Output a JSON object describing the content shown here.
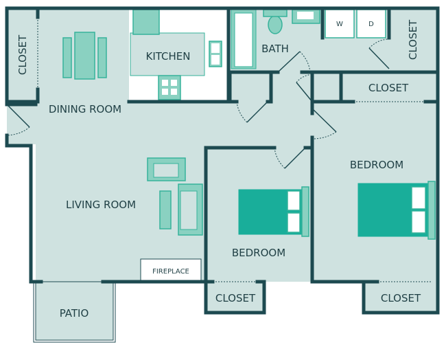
{
  "rooms": {
    "kitchen": "KITCHEN",
    "dining_room": "DINING ROOM",
    "living_room": "LIVING ROOM",
    "bath": "BATH",
    "bedroom_1": "BEDROOM",
    "bedroom_2": "BEDROOM",
    "patio": "PATIO",
    "closet_left": "CLOSET",
    "closet_right_top": "CLOSET",
    "closet_middle": "CLOSET",
    "closet_bedroom_1": "CLOSET",
    "closet_bedroom_2": "CLOSET"
  },
  "fixtures": {
    "fireplace": "FIREPLACE",
    "washer": "W",
    "dryer": "D"
  },
  "colors": {
    "floor": "#cfe2e0",
    "wall": "#1d4a50",
    "furniture": "#8ad1c1",
    "bed": "#19ae9a"
  }
}
